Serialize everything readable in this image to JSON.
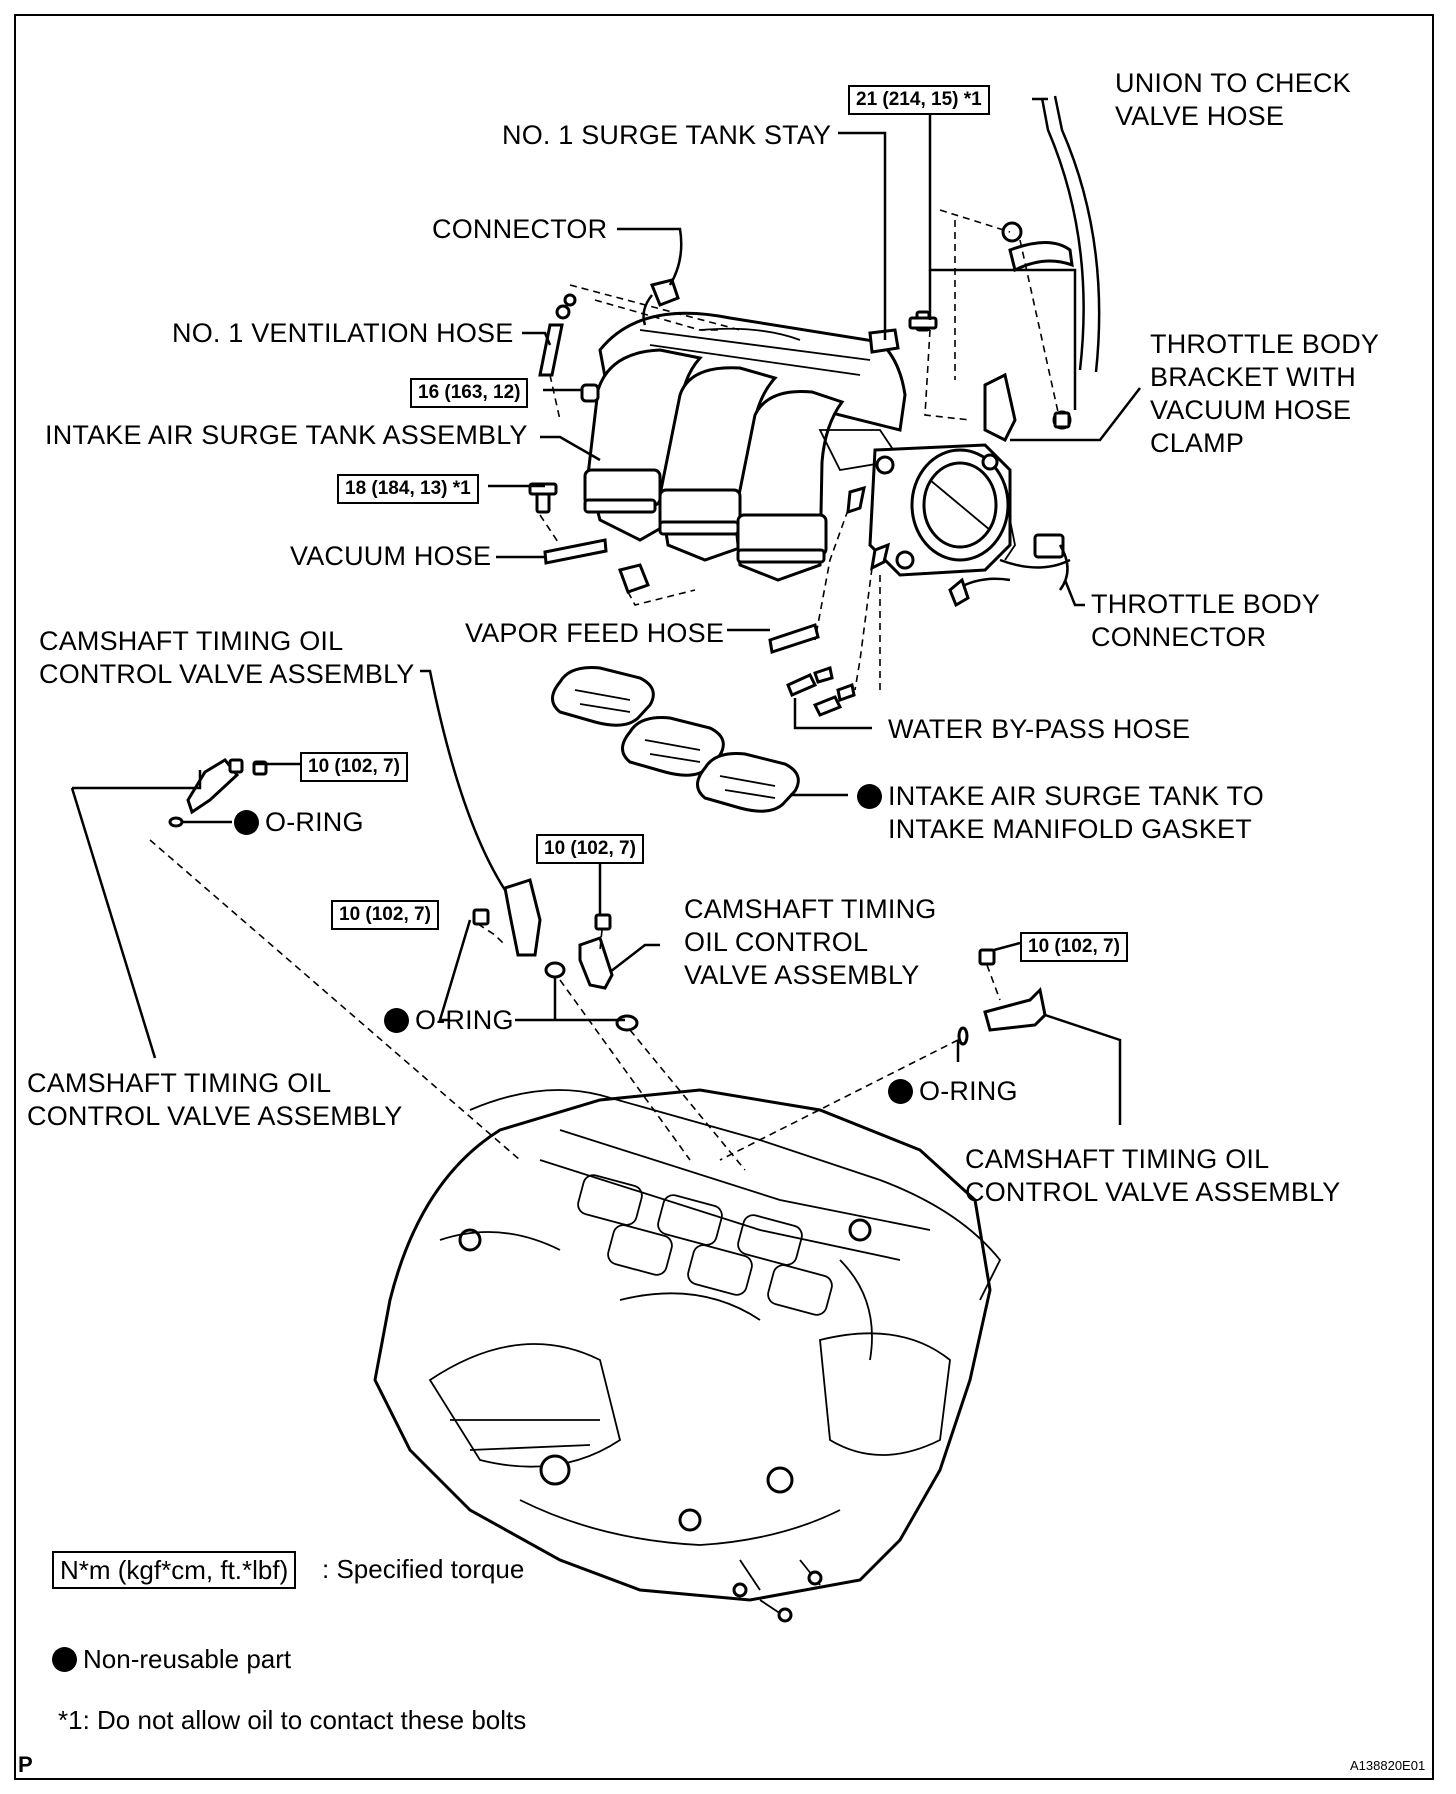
{
  "labels": {
    "union_hose": [
      "UNION TO CHECK",
      "VALVE HOSE"
    ],
    "surge_tank_stay": "NO. 1 SURGE TANK STAY",
    "connector": "CONNECTOR",
    "ventilation_hose": "NO. 1 VENTILATION HOSE",
    "throttle_bracket": [
      "THROTTLE BODY",
      "BRACKET WITH",
      "VACUUM HOSE",
      "CLAMP"
    ],
    "surge_tank": "INTAKE AIR SURGE TANK ASSEMBLY",
    "vacuum_hose": "VACUUM HOSE",
    "throttle_connector": [
      "THROTTLE BODY",
      "CONNECTOR"
    ],
    "vapor_feed_hose": "VAPOR FEED HOSE",
    "ocv_upper_left": [
      "CAMSHAFT TIMING OIL",
      "CONTROL VALVE ASSEMBLY"
    ],
    "water_bypass_hose": "WATER BY-PASS HOSE",
    "gasket": [
      "INTAKE AIR SURGE TANK TO",
      "INTAKE MANIFOLD GASKET"
    ],
    "o_ring": "O-RING",
    "ocv_center": [
      "CAMSHAFT TIMING",
      "OIL CONTROL",
      "VALVE ASSEMBLY"
    ],
    "ocv_lower_left": [
      "CAMSHAFT TIMING OIL",
      "CONTROL VALVE ASSEMBLY"
    ],
    "ocv_right": [
      "CAMSHAFT TIMING OIL",
      "CONTROL VALVE ASSEMBLY"
    ]
  },
  "torques": {
    "t21": "21 (214, 15) *1",
    "t16": "16 (163, 12)",
    "t18": "18 (184, 13) *1",
    "t10": "10 (102, 7)"
  },
  "legend": {
    "torque_box": "N*m (kgf*cm, ft.*lbf)",
    "torque_text": ": Specified torque",
    "nonreusable": "Non-reusable part",
    "note": "*1: Do not allow oil to contact these bolts"
  },
  "corner": {
    "left": "P",
    "right": "A138820E01"
  }
}
